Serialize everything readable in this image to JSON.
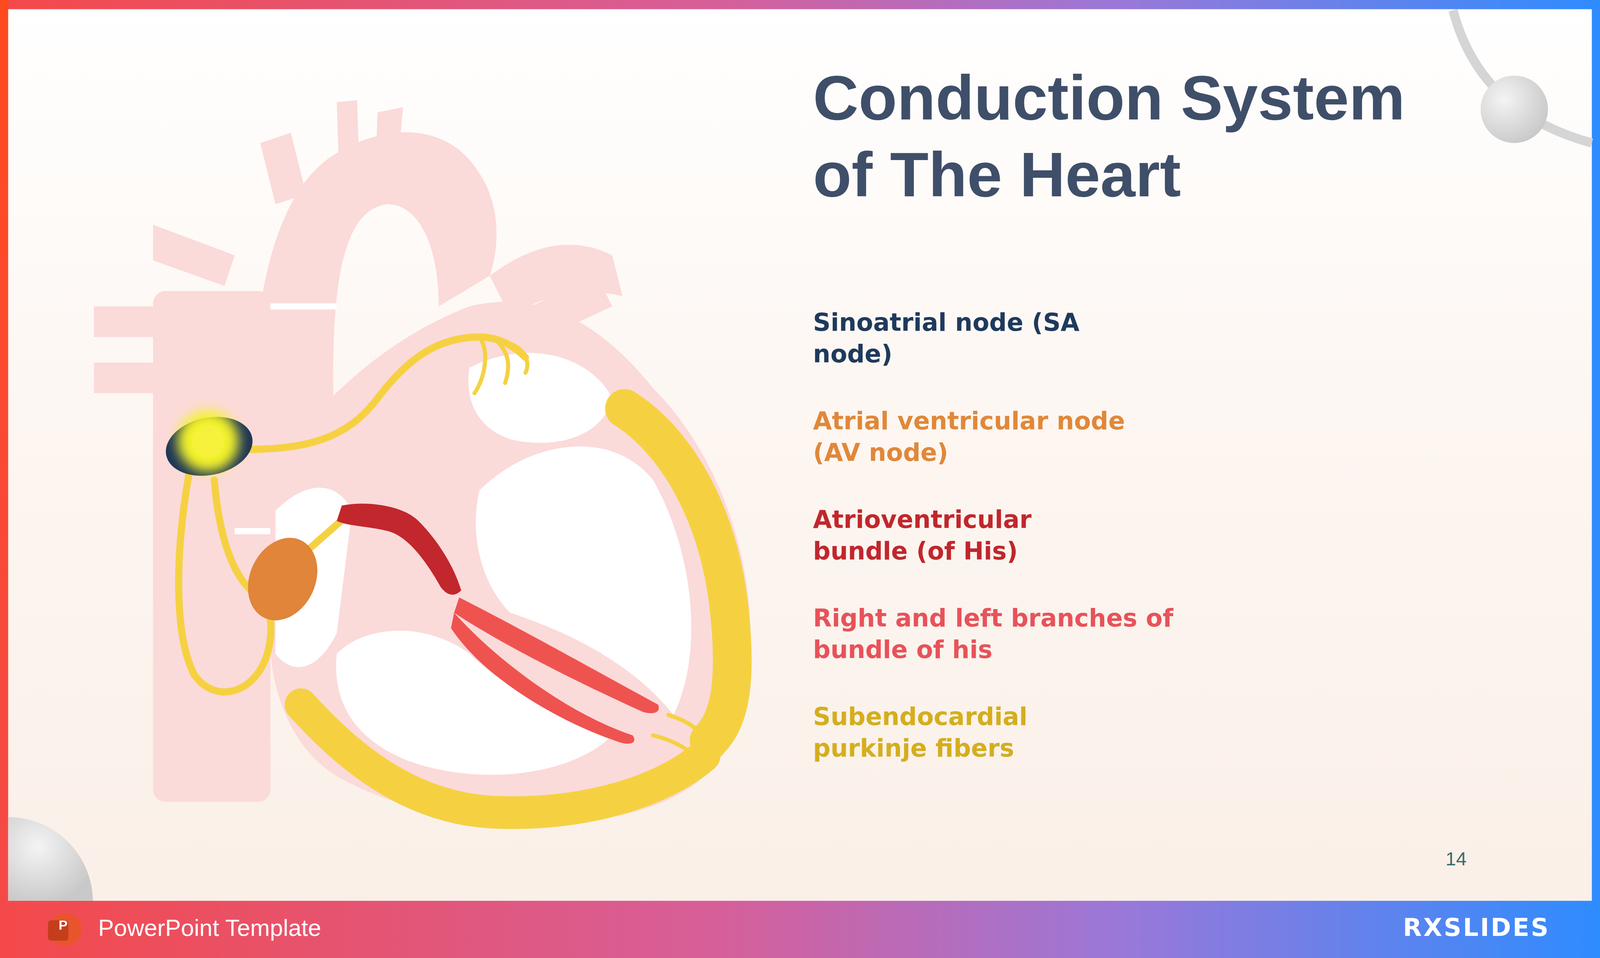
{
  "diagram": {
    "title": "Conduction System of The Heart",
    "labels": [
      "Sinoatrial node (SA node)",
      "Atrial ventricular node (AV node)",
      "Atrioventricular bundle (of His)",
      "Right and left branches of bundle of his",
      "Subendocardial purkinje fibers",
      "14",
      "P",
      "PowerPoint Template",
      "RXSLIDES"
    ]
  }
}
